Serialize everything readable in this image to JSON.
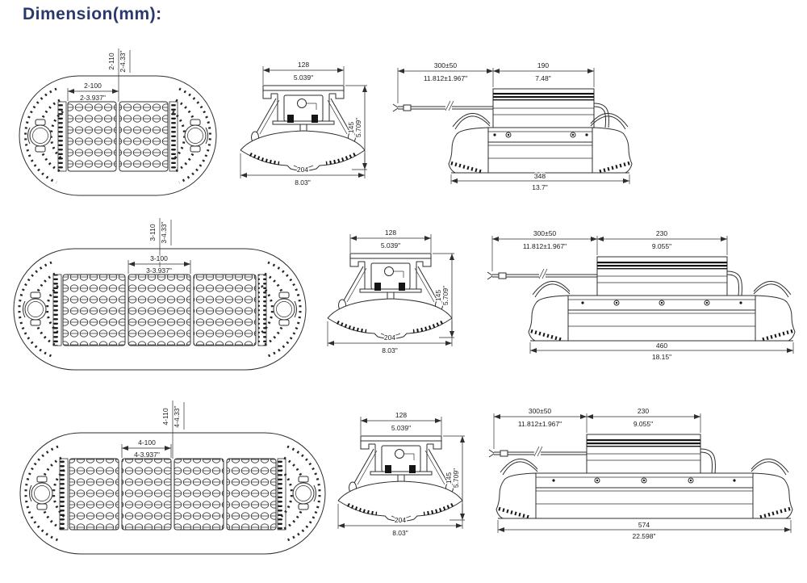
{
  "title": "Dimension(mm):",
  "colors": {
    "accent": "#2b3a6b",
    "line": "#2e2e2e"
  },
  "rows": [
    {
      "name": "2-module",
      "top_view": {
        "module_width_mm": "2-100",
        "module_width_in": "2-3.937\"",
        "module_length_mm": "2-110",
        "module_length_in": "2-4.33\""
      },
      "side_view": {
        "bracket_width_mm": "128",
        "bracket_width_in": "5.039\"",
        "height_mm": "145",
        "height_in": "5.709\"",
        "body_width_mm": "204",
        "body_width_in": "8.03\""
      },
      "front_view": {
        "cable_length_mm": "300±50",
        "cable_length_in": "11.812±1.967\"",
        "driver_length_mm": "190",
        "driver_length_in": "7.48\"",
        "overall_length_mm": "348",
        "overall_length_in": "13.7\""
      }
    },
    {
      "name": "3-module",
      "top_view": {
        "module_width_mm": "3-100",
        "module_width_in": "3-3.937\"",
        "module_length_mm": "3-110",
        "module_length_in": "3-4.33\""
      },
      "side_view": {
        "bracket_width_mm": "128",
        "bracket_width_in": "5.039\"",
        "height_mm": "145",
        "height_in": "5.709\"",
        "body_width_mm": "204",
        "body_width_in": "8.03\""
      },
      "front_view": {
        "cable_length_mm": "300±50",
        "cable_length_in": "11.812±1.967\"",
        "driver_length_mm": "230",
        "driver_length_in": "9.055\"",
        "overall_length_mm": "460",
        "overall_length_in": "18.15\""
      }
    },
    {
      "name": "4-module",
      "top_view": {
        "module_width_mm": "4-100",
        "module_width_in": "4-3.937\"",
        "module_length_mm": "4-110",
        "module_length_in": "4-4.33\""
      },
      "side_view": {
        "bracket_width_mm": "128",
        "bracket_width_in": "5.039\"",
        "height_mm": "145",
        "height_in": "5.709\"",
        "body_width_mm": "204",
        "body_width_in": "8.03\""
      },
      "front_view": {
        "cable_length_mm": "300±50",
        "cable_length_in": "11.812±1.967\"",
        "driver_length_mm": "230",
        "driver_length_in": "9.055\"",
        "overall_length_mm": "574",
        "overall_length_in": "22.598\""
      }
    }
  ]
}
